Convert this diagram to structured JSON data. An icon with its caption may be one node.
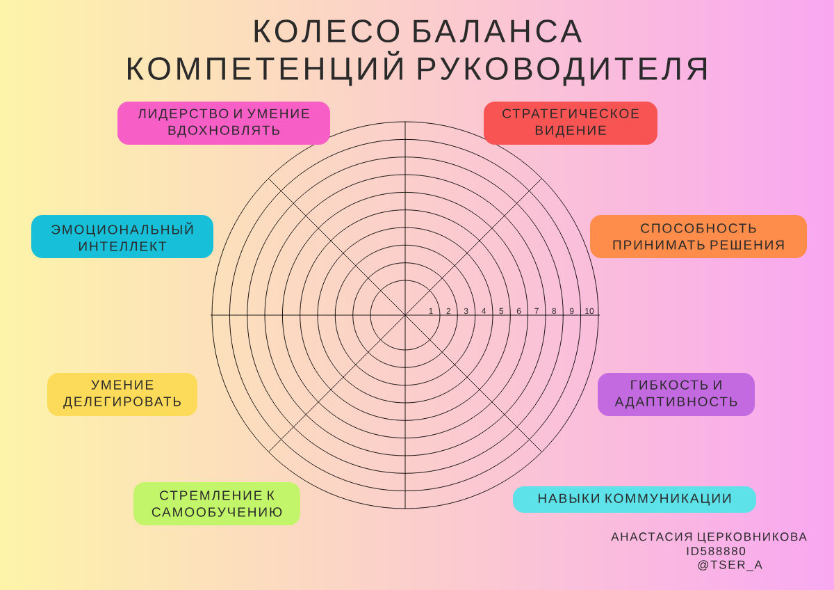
{
  "diagram": {
    "title": "КОЛЕСО БАЛАНСА КОМПЕТЕНЦИЙ РУКОВОДИТЕЛЯ",
    "nodes": [
      {
        "text": [
          "ЛИДЕРСТВО И УМЕНИЕ ВДОХНОВЛЯТЬ"
        ]
      },
      {
        "text": [
          "СТРАТЕГИЧЕСКОЕ ВИДЕНИЕ"
        ]
      },
      {
        "text": [
          "ЭМОЦИОНАЛЬНЫЙ ИНТЕЛЛЕКТ"
        ]
      },
      {
        "text": [
          "СПОСОБНОСТЬ ПРИНИМАТЬ РЕШЕНИЯ"
        ]
      },
      {
        "text": [
          "УМЕНИЕ ДЕЛЕГИРОВАТЬ"
        ]
      },
      {
        "text": [
          "ГИБКОСТЬ И АДАПТИВНОСТЬ"
        ]
      },
      {
        "text": [
          "СТРЕМЛЕНИЕ К САМООБУЧЕНИЮ"
        ]
      },
      {
        "text": [
          "НАВЫКИ КОММУНИКАЦИИ"
        ]
      }
    ],
    "labels": [
      "1",
      "2",
      "3",
      "4",
      "5",
      "6",
      "7",
      "8",
      "9",
      "10",
      "АНАСТАСИЯ ЦЕРКОВНИКОВА",
      "ID588880",
      "@TSER_A"
    ]
  }
}
